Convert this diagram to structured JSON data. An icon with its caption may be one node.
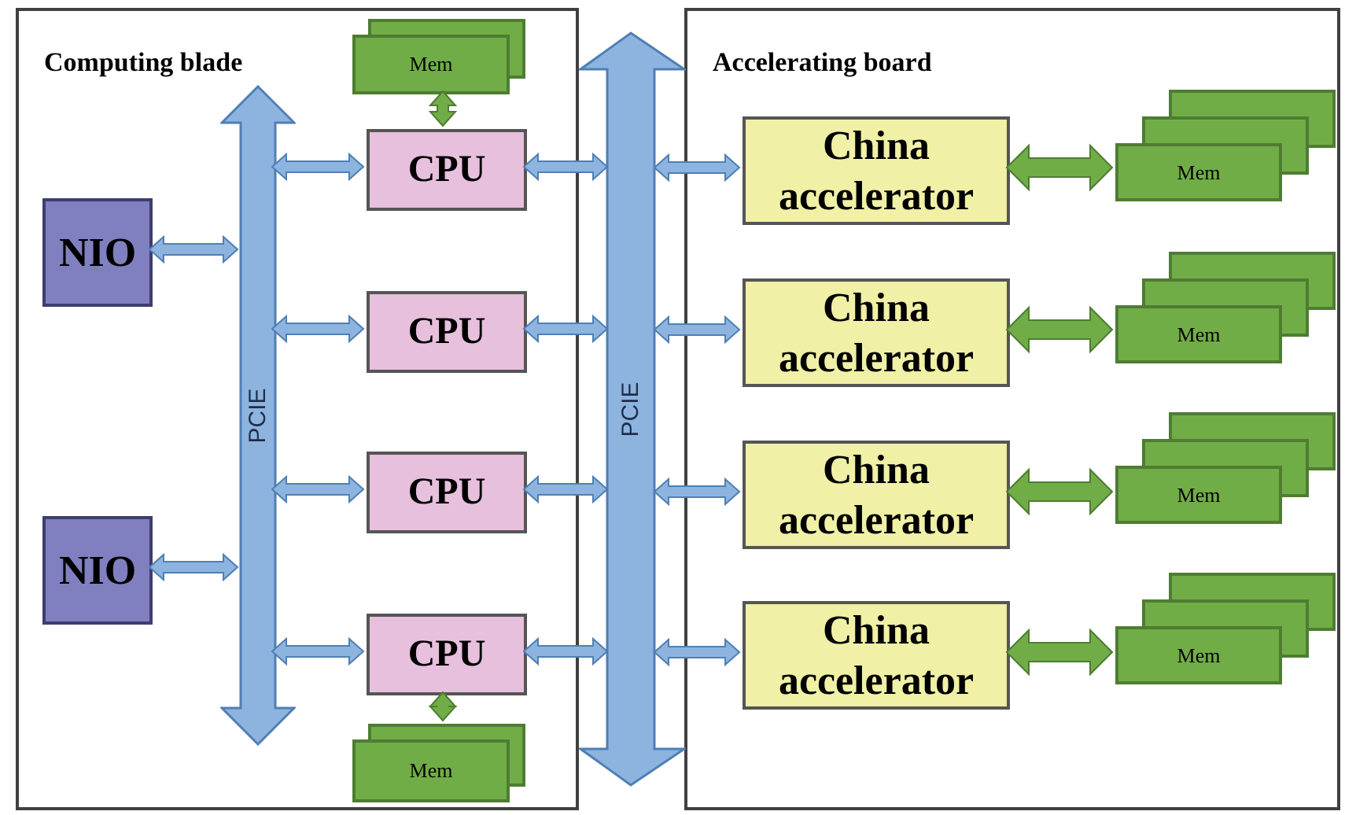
{
  "diagram": {
    "nodes": [
      {
        "text": [
          "Computing blade"
        ]
      },
      {
        "text": [
          "Accelerating board"
        ]
      },
      {
        "text": [
          "PCIE"
        ],
        "in": 0
      },
      {
        "text": [
          "NIO"
        ],
        "in": 0
      },
      {
        "text": [
          "NIO"
        ],
        "in": 0
      },
      {
        "text": [
          "Mem"
        ],
        "in": 0
      },
      {
        "text": [
          "CPU"
        ],
        "in": 0
      },
      {
        "text": [
          "CPU"
        ],
        "in": 0
      },
      {
        "text": [
          "CPU"
        ],
        "in": 0
      },
      {
        "text": [
          "CPU"
        ],
        "in": 0
      },
      {
        "text": [
          "Mem"
        ],
        "in": 0
      },
      {
        "text": [
          "PCIE"
        ]
      },
      {
        "text": [
          "China accelerator"
        ],
        "in": 1
      },
      {
        "text": [
          "China accelerator"
        ],
        "in": 1
      },
      {
        "text": [
          "China accelerator"
        ],
        "in": 1
      },
      {
        "text": [
          "China accelerator"
        ],
        "in": 1
      },
      {
        "text": [
          "Mem"
        ],
        "in": 1
      },
      {
        "text": [
          "Mem"
        ],
        "in": 1
      },
      {
        "text": [
          "Mem"
        ],
        "in": 1
      },
      {
        "text": [
          "Mem"
        ],
        "in": 1
      }
    ],
    "edges": [
      {
        "from": 3,
        "to": 2,
        "arrow": "both"
      },
      {
        "from": 4,
        "to": 2,
        "arrow": "both"
      },
      {
        "from": 2,
        "to": 6,
        "arrow": "both"
      },
      {
        "from": 2,
        "to": 7,
        "arrow": "both"
      },
      {
        "from": 2,
        "to": 8,
        "arrow": "both"
      },
      {
        "from": 2,
        "to": 9,
        "arrow": "both"
      },
      {
        "from": 6,
        "to": 11,
        "arrow": "both"
      },
      {
        "from": 7,
        "to": 11,
        "arrow": "both"
      },
      {
        "from": 8,
        "to": 11,
        "arrow": "both"
      },
      {
        "from": 9,
        "to": 11,
        "arrow": "both"
      },
      {
        "from": 11,
        "to": 12,
        "arrow": "both"
      },
      {
        "from": 11,
        "to": 13,
        "arrow": "both"
      },
      {
        "from": 11,
        "to": 14,
        "arrow": "both"
      },
      {
        "from": 11,
        "to": 15,
        "arrow": "both"
      },
      {
        "from": 12,
        "to": 16,
        "arrow": "both",
        "style": "thick",
        "color": "#70ad47"
      },
      {
        "from": 13,
        "to": 17,
        "arrow": "both",
        "style": "thick",
        "color": "#70ad47"
      },
      {
        "from": 14,
        "to": 18,
        "arrow": "both",
        "style": "thick",
        "color": "#70ad47"
      },
      {
        "from": 15,
        "to": 19,
        "arrow": "both",
        "style": "thick",
        "color": "#70ad47"
      },
      {
        "from": 5,
        "to": 6,
        "arrow": "both",
        "color": "#70ad47"
      },
      {
        "from": 9,
        "to": 10,
        "arrow": "both",
        "color": "#70ad47"
      }
    ]
  }
}
